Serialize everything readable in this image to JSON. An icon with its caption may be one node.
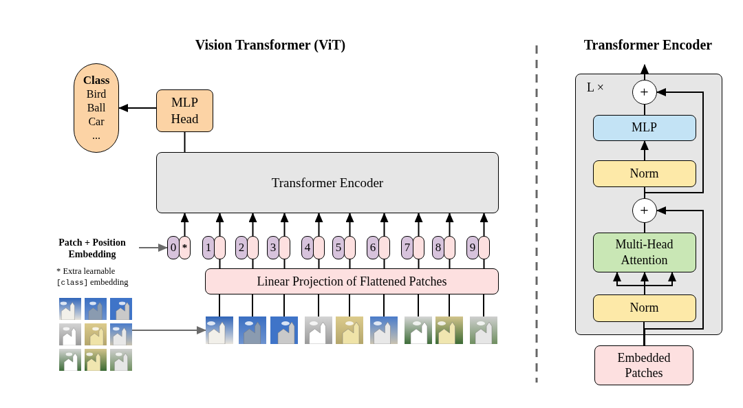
{
  "diagram": {
    "title": "Vision Transformer (ViT)",
    "nodes": [
      {
        "text": [
          "Class",
          "Bird",
          "Ball",
          "Car",
          "..."
        ]
      },
      {
        "text": [
          "MLP Head"
        ]
      },
      {
        "text": [
          "Transformer Encoder"
        ]
      },
      {
        "text": [
          "Patch + Position Embedding"
        ]
      },
      {
        "text": [
          "0"
        ]
      },
      {
        "text": [
          "*"
        ]
      },
      {
        "text": [
          "1"
        ]
      },
      {
        "text": [],
        "shape": "box"
      },
      {
        "text": [
          "2"
        ]
      },
      {
        "text": [],
        "shape": "box"
      },
      {
        "text": [
          "3"
        ]
      },
      {
        "text": [],
        "shape": "box"
      },
      {
        "text": [
          "4"
        ]
      },
      {
        "text": [],
        "shape": "box"
      },
      {
        "text": [
          "5"
        ]
      },
      {
        "text": [],
        "shape": "box"
      },
      {
        "text": [
          "6"
        ]
      },
      {
        "text": [],
        "shape": "box"
      },
      {
        "text": [
          "7"
        ]
      },
      {
        "text": [],
        "shape": "box"
      },
      {
        "text": [
          "8"
        ]
      },
      {
        "text": [],
        "shape": "box"
      },
      {
        "text": [
          "9"
        ]
      },
      {
        "text": [],
        "shape": "box"
      },
      {
        "text": [
          "Linear Projection of Flattened Patches"
        ]
      },
      {
        "text": [],
        "shape": "picture"
      },
      {
        "text": [],
        "shape": "picture"
      },
      {
        "text": [],
        "shape": "picture"
      },
      {
        "text": [],
        "shape": "picture"
      },
      {
        "text": [],
        "shape": "picture"
      },
      {
        "text": [],
        "shape": "picture"
      },
      {
        "text": [],
        "shape": "picture"
      },
      {
        "text": [],
        "shape": "picture"
      },
      {
        "text": [],
        "shape": "picture"
      },
      {
        "text": [],
        "shape": "picture"
      },
      {
        "text": [
          "L ×"
        ]
      },
      {
        "text": [
          "+"
        ],
        "in": 35
      },
      {
        "text": [
          "MLP"
        ],
        "in": 35
      },
      {
        "text": [
          "Norm"
        ],
        "in": 35
      },
      {
        "text": [
          "+"
        ],
        "in": 35
      },
      {
        "text": [
          "Multi-Head Attention"
        ],
        "in": 35
      },
      {
        "text": [
          "Norm"
        ],
        "in": 35
      },
      {
        "text": [
          "Embedded Patches"
        ]
      }
    ],
    "edges": [
      {
        "from": 1,
        "to": 0,
        "arrow": "to"
      },
      {
        "from": 2,
        "to": 1,
        "arrow": "none"
      },
      {
        "from": 3,
        "to": 4,
        "arrow": "to",
        "color": "#6b6b6b"
      },
      {
        "from": 5,
        "to": 2,
        "arrow": "to"
      },
      {
        "from": 7,
        "to": 2,
        "arrow": "to"
      },
      {
        "from": 9,
        "to": 2,
        "arrow": "to"
      },
      {
        "from": 11,
        "to": 2,
        "arrow": "to"
      },
      {
        "from": 13,
        "to": 2,
        "arrow": "to"
      },
      {
        "from": 15,
        "to": 2,
        "arrow": "to"
      },
      {
        "from": 17,
        "to": 2,
        "arrow": "to"
      },
      {
        "from": 19,
        "to": 2,
        "arrow": "to"
      },
      {
        "from": 21,
        "to": 2,
        "arrow": "to"
      },
      {
        "from": 23,
        "to": 2,
        "arrow": "to"
      },
      {
        "from": 24,
        "to": 7,
        "arrow": "none"
      },
      {
        "from": 24,
        "to": 9,
        "arrow": "none"
      },
      {
        "from": 24,
        "to": 11,
        "arrow": "none"
      },
      {
        "from": 24,
        "to": 13,
        "arrow": "none"
      },
      {
        "from": 24,
        "to": 15,
        "arrow": "none"
      },
      {
        "from": 24,
        "to": 17,
        "arrow": "none"
      },
      {
        "from": 24,
        "to": 19,
        "arrow": "none"
      },
      {
        "from": 24,
        "to": 21,
        "arrow": "none"
      },
      {
        "from": 24,
        "to": 23,
        "arrow": "none"
      },
      {
        "from": 25,
        "to": 24,
        "arrow": "none"
      },
      {
        "from": 26,
        "to": 24,
        "arrow": "none"
      },
      {
        "from": 27,
        "to": 24,
        "arrow": "none"
      },
      {
        "from": 28,
        "to": 24,
        "arrow": "none"
      },
      {
        "from": 29,
        "to": 24,
        "arrow": "none"
      },
      {
        "from": 30,
        "to": 24,
        "arrow": "none"
      },
      {
        "from": 31,
        "to": 24,
        "arrow": "none"
      },
      {
        "from": 32,
        "to": 24,
        "arrow": "none"
      },
      {
        "from": 33,
        "to": 24,
        "arrow": "none"
      },
      {
        "from": 34,
        "to": 25,
        "arrow": "to",
        "color": "#6b6b6b"
      },
      {
        "from": 36,
        "to": null,
        "arrow": "to"
      },
      {
        "from": 37,
        "to": 36,
        "arrow": "none"
      },
      {
        "from": 38,
        "to": 37,
        "arrow": "to"
      },
      {
        "from": 39,
        "to": 38,
        "arrow": "none"
      },
      {
        "from": 39,
        "to": 36,
        "arrow": "to"
      },
      {
        "from": 40,
        "to": 39,
        "arrow": "none"
      },
      {
        "from": 41,
        "to": 40,
        "arrow": "to"
      },
      {
        "from": 41,
        "to": 40,
        "arrow": "to"
      },
      {
        "from": 41,
        "to": 40,
        "arrow": "to"
      },
      {
        "from": 42,
        "to": 41,
        "arrow": "none"
      },
      {
        "from": 42,
        "to": 39,
        "arrow": "to"
      }
    ],
    "labels": [
      "Transformer Encoder",
      "* Extra learnable",
      "[class]",
      "embedding"
    ]
  }
}
